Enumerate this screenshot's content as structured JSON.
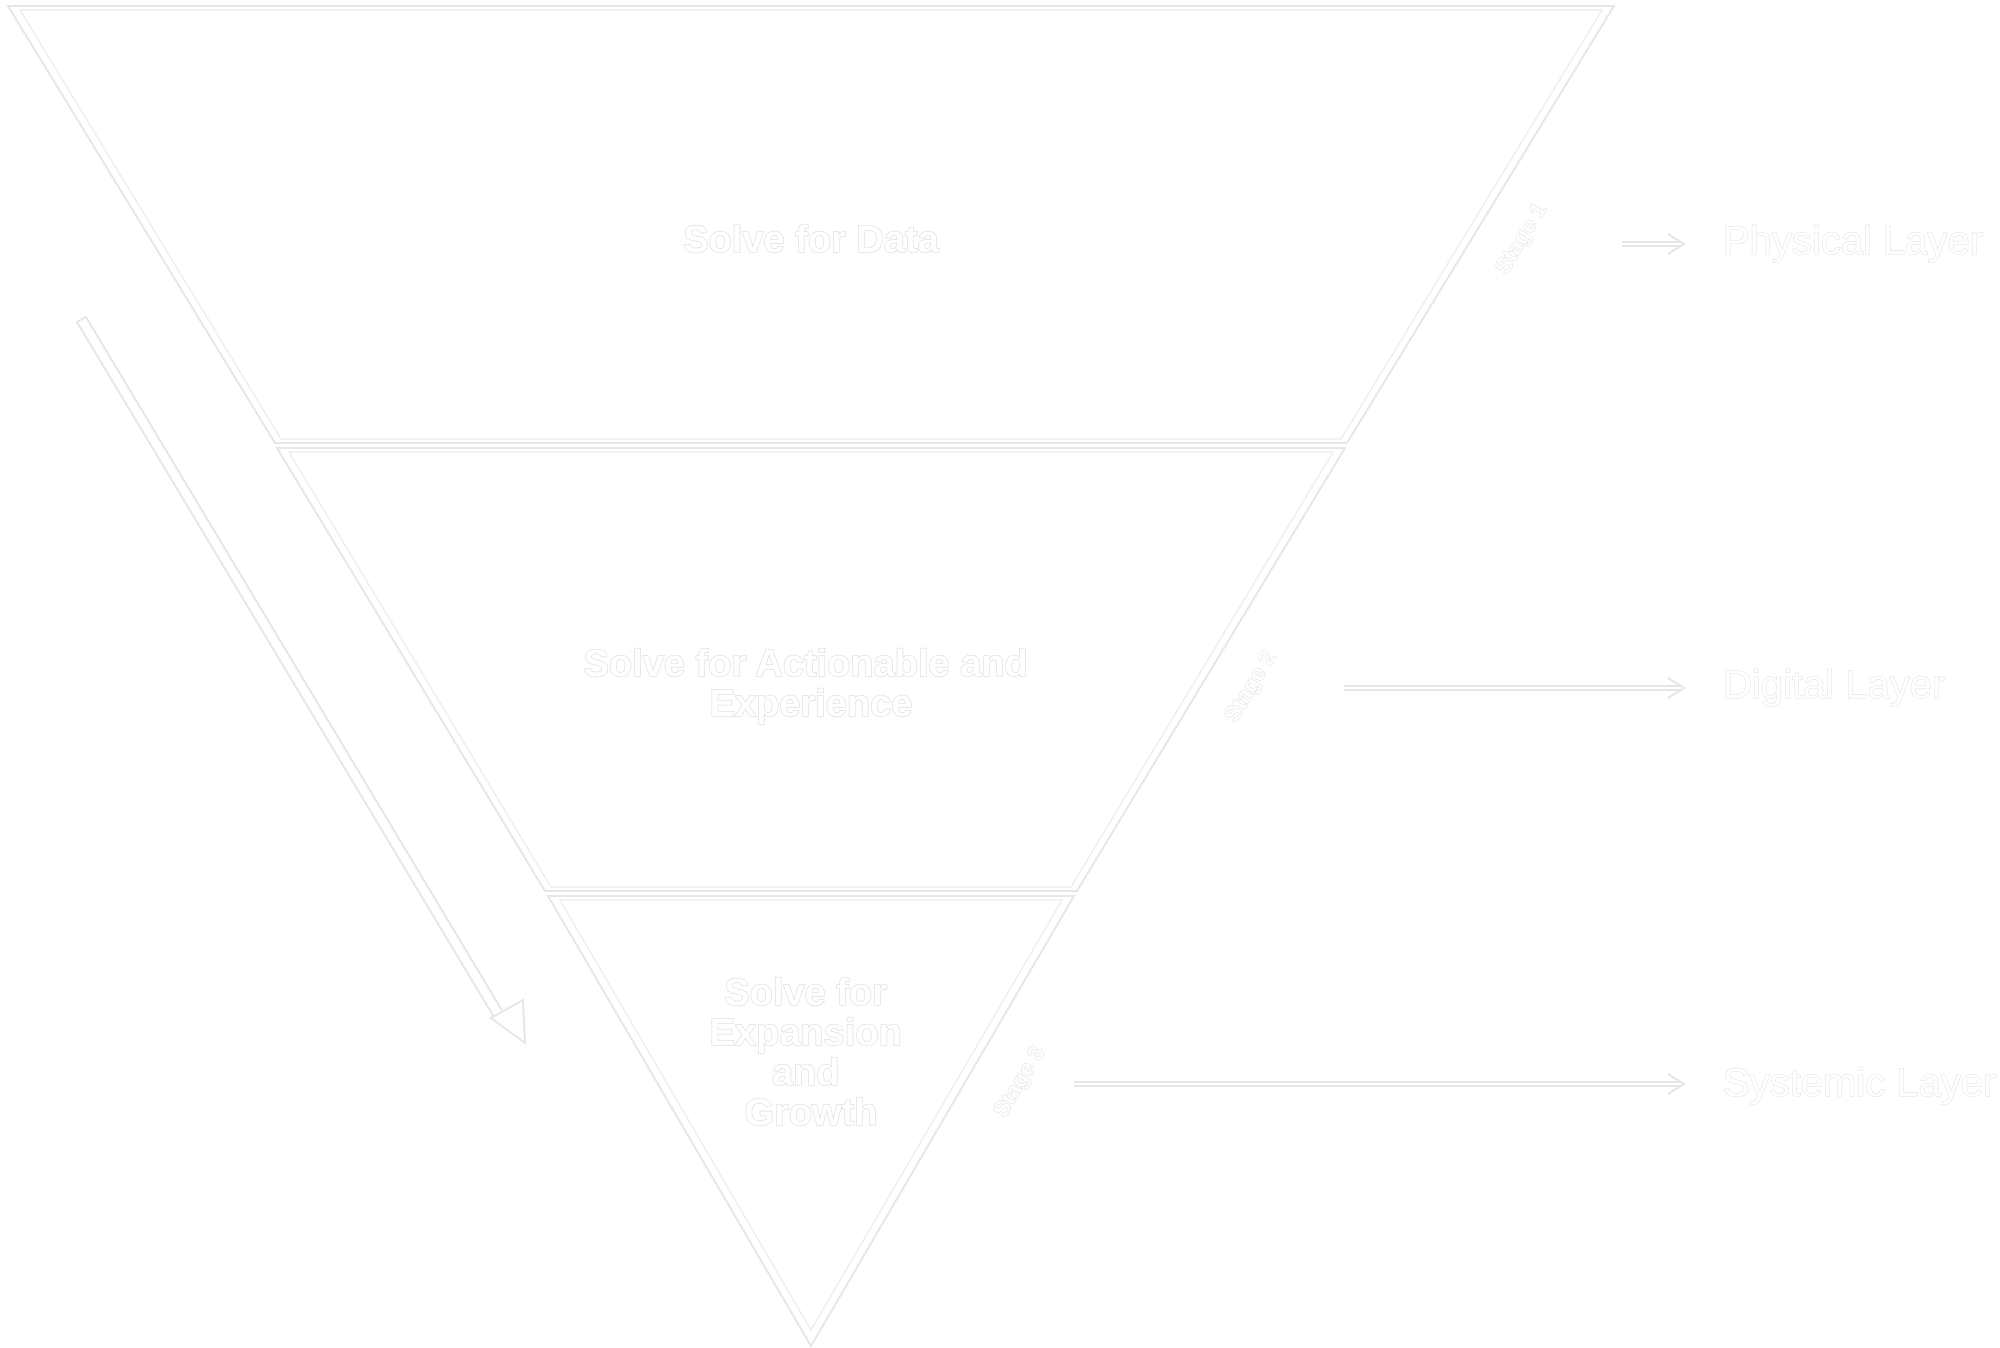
{
  "stages": [
    {
      "title_lines": [
        "Solve for Data"
      ],
      "tag": "Stage 1",
      "layer": "Physical Layer"
    },
    {
      "title_lines": [
        "Solve for Actionable and",
        "Experience"
      ],
      "tag": "Stage 2",
      "layer": "Digital Layer"
    },
    {
      "title_lines": [
        "Solve for",
        "Expansion",
        "and",
        "Growth"
      ],
      "tag": "Stage 3",
      "layer": "Systemic Layer"
    }
  ],
  "colors": {
    "background": "#ffffff",
    "outline": "#e6e6e6",
    "text_fill": "#ffffff",
    "text_stroke": "#dcdcdc"
  },
  "icons": {
    "flow_arrow": "diagonal-down-arrow-icon",
    "layer_pointer": "right-arrow-icon"
  }
}
